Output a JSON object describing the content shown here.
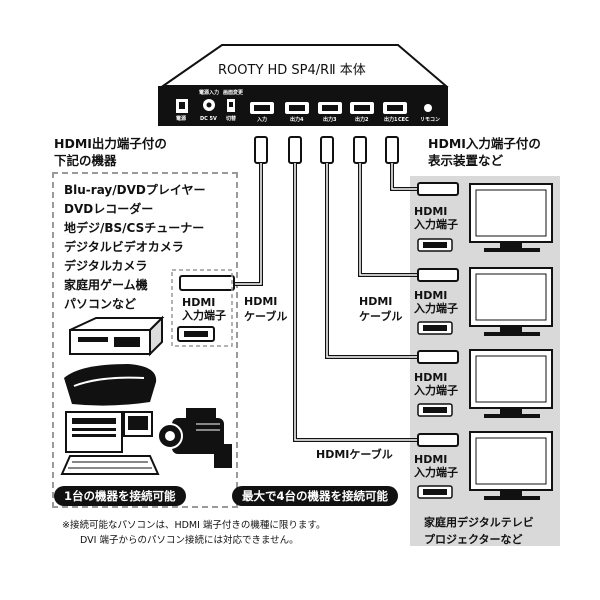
{
  "device": {
    "title": "ROOTY HD SP4/RⅡ 本体",
    "power_label": "電源",
    "power_in_label": "電源入力",
    "dc_label": "DC 5V",
    "mode_label1": "画面変更",
    "mode_label2": "切替",
    "input_label": "入力",
    "outputs": [
      "出力4",
      "出力3",
      "出力2",
      "出力1"
    ],
    "cec_label": "CEC",
    "remote_label": "リモコン"
  },
  "left": {
    "heading": [
      "HDMI出力端子付の",
      "下記の機器"
    ],
    "devices": [
      "Blu-ray/DVDプレイヤー",
      "DVDレコーダー",
      "地デジ/BS/CSチューナー",
      "デジタルビデオカメラ",
      "デジタルカメラ",
      "家庭用ゲーム機",
      "パソコンなど"
    ],
    "port_label": [
      "HDMI",
      "入力端子"
    ],
    "footer": "1台の機器を接続可能"
  },
  "cable_label_left": [
    "HDMI",
    "ケーブル"
  ],
  "cable_label_mid": [
    "HDMI",
    "ケーブル"
  ],
  "cable_label_bottom": "HDMIケーブル",
  "right": {
    "heading": [
      "HDMI入力端子付の",
      "表示装置など"
    ],
    "port_label": [
      "HDMI",
      "入力端子"
    ],
    "footer": [
      "家庭用デジタルテレビ",
      "プロジェクターなど"
    ]
  },
  "max_label": "最大で4台の機器を接続可能",
  "notes": [
    "※接続可能なパソコンは、HDMI 端子付きの機種に限ります。",
    "DVI 端子からのパソコン接続には対応できません。"
  ]
}
